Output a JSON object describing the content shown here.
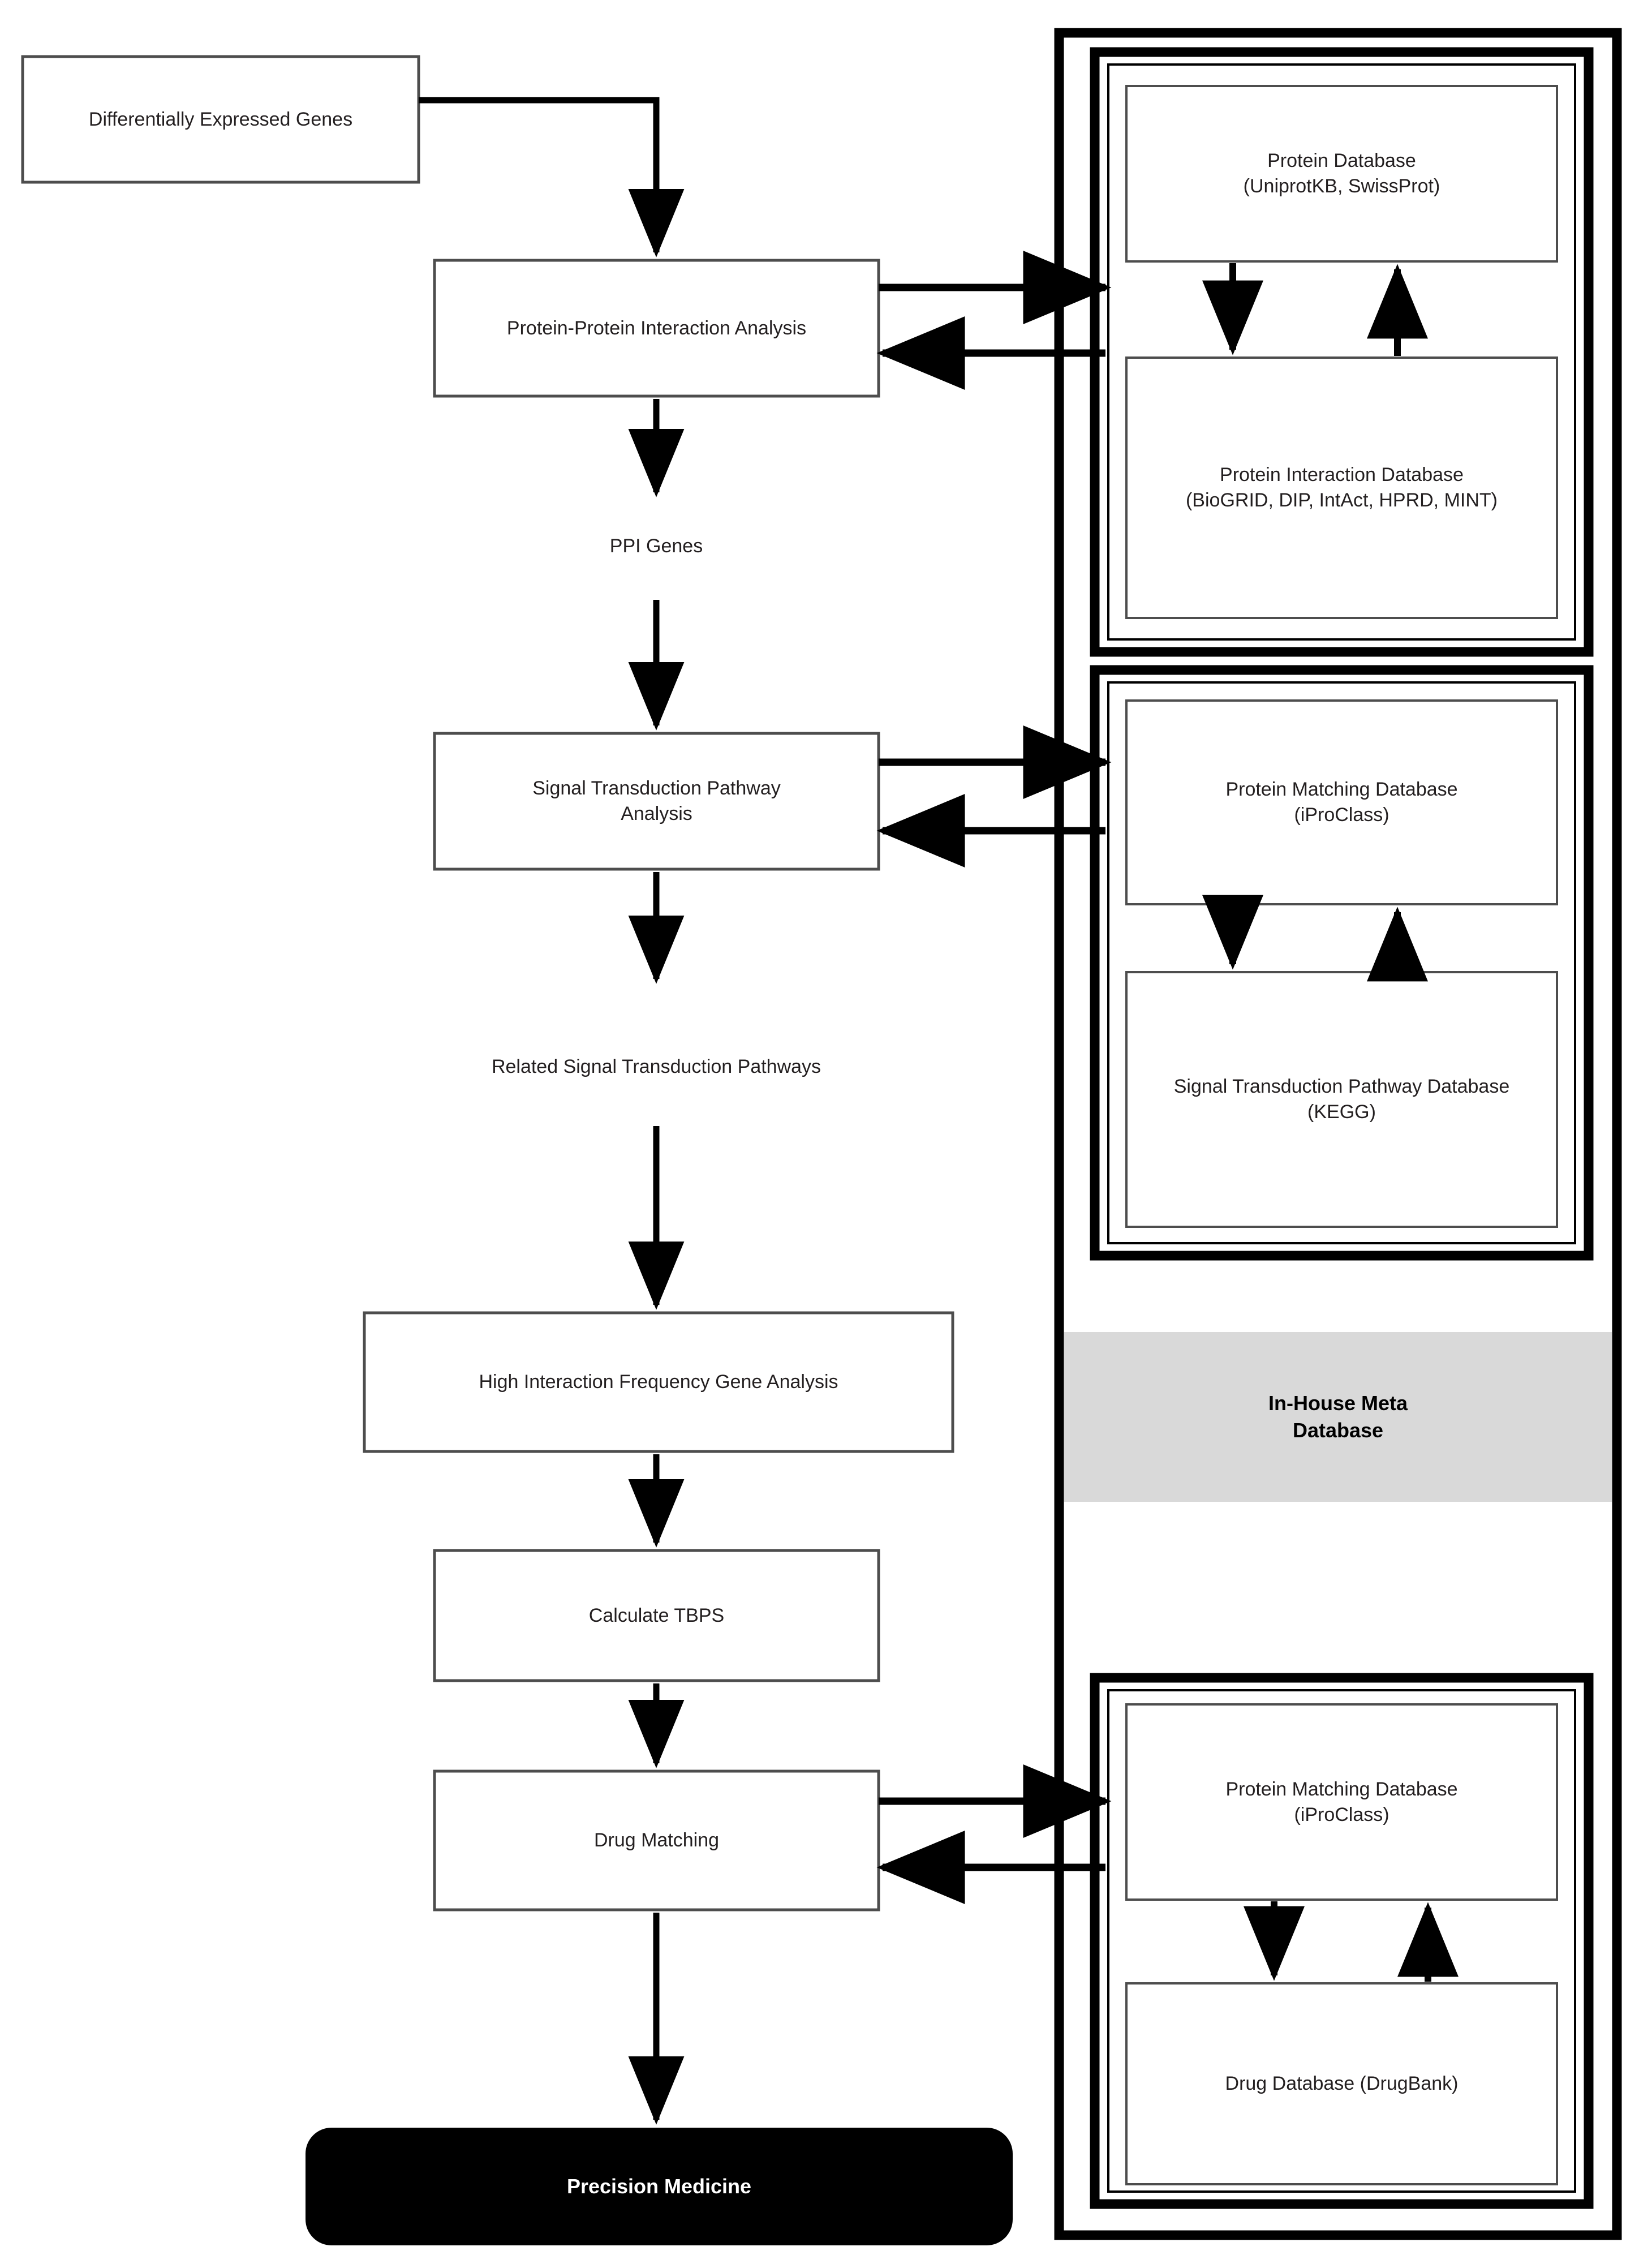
{
  "diagram": {
    "title": "Precision medicine analysis pipeline flowchart",
    "colors": {
      "process_border": "#4d4d4d",
      "heavy_border": "#000000",
      "arrow": "#000000",
      "meta_band_fill": "#d9d9d9",
      "terminator_fill": "#000000",
      "terminator_text": "#ffffff",
      "text": "#231f20",
      "background": "#ffffff"
    },
    "left_flow": {
      "nodes": [
        {
          "id": "deg",
          "label": "Differentially  Expressed Genes",
          "shape": "rect"
        },
        {
          "id": "ppi",
          "label": "Protein-Protein  Interaction Analysis",
          "shape": "rect"
        },
        {
          "id": "stpa",
          "label": "Signal Transduction  Pathway\nAnalysis",
          "shape": "rect"
        },
        {
          "id": "hifga",
          "label": "High Interaction Frequency  Gene Analysis",
          "shape": "rect"
        },
        {
          "id": "tbps",
          "label": "Calculate TBPS",
          "shape": "rect"
        },
        {
          "id": "drug",
          "label": "Drug Matching",
          "shape": "rect"
        },
        {
          "id": "pm",
          "label": "Precision Medicine",
          "shape": "rounded-solid"
        }
      ],
      "edge_labels": [
        {
          "id": "ppi-genes",
          "label": "PPI Genes"
        },
        {
          "id": "related-pathways",
          "label": "Related Signal Transduction Pathways"
        }
      ]
    },
    "right_panel": {
      "meta_band_label": "In-House Meta\nDatabase",
      "groups": [
        {
          "id": "group-ppi",
          "boxes": [
            {
              "id": "protein-db",
              "label": "Protein Database\n(UniprotKB, SwissProt)"
            },
            {
              "id": "protein-interaction-db",
              "label": "Protein Interaction Database\n(BioGRID,  DIP,  IntAct, HPRD,  MINT)"
            }
          ]
        },
        {
          "id": "group-pathway",
          "boxes": [
            {
              "id": "protein-matching-db-1",
              "label": "Protein Matching Database\n(iProClass)"
            },
            {
              "id": "pathway-db",
              "label": "Signal Transduction  Pathway Database\n(KEGG)"
            }
          ]
        },
        {
          "id": "group-drug",
          "boxes": [
            {
              "id": "protein-matching-db-2",
              "label": "Protein Matching Database\n(iProClass)"
            },
            {
              "id": "drug-db",
              "label": "Drug Database  (DrugBank)"
            }
          ]
        }
      ]
    }
  }
}
